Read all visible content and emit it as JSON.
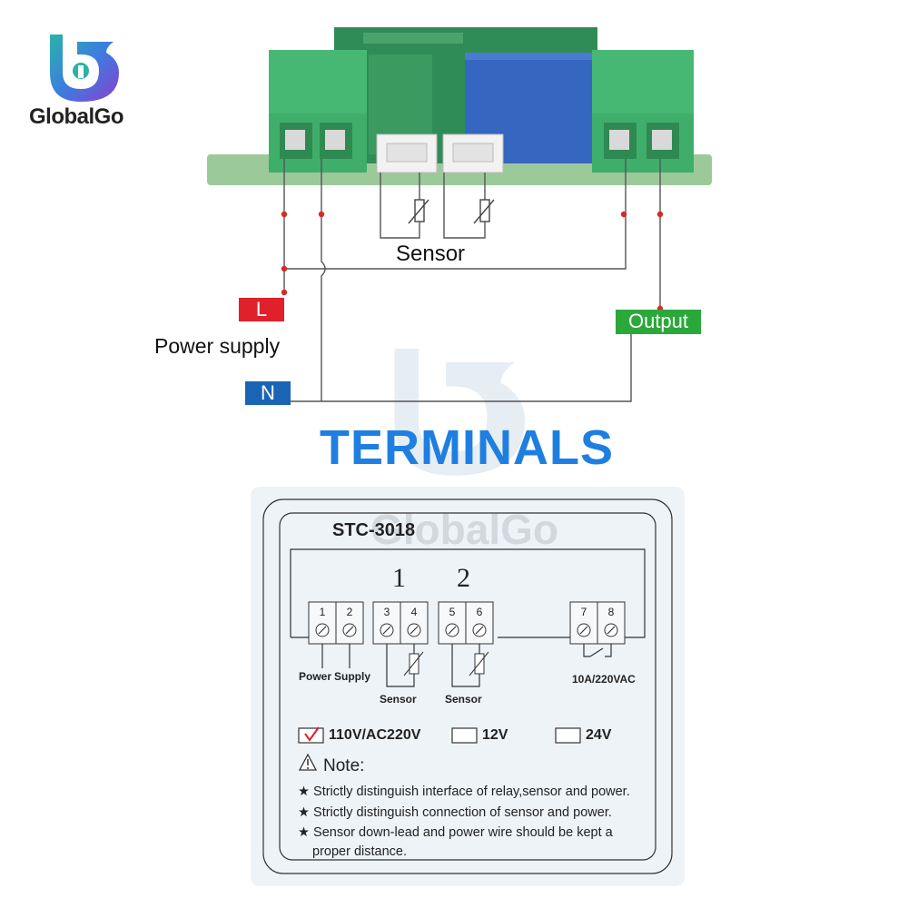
{
  "brand": {
    "name": "GlobalGo"
  },
  "wiring": {
    "sensor_label": "Sensor",
    "power_supply_label": "Power supply",
    "l_tag": "L",
    "n_tag": "N",
    "output_tag": "Output"
  },
  "headline": "TERMINALS",
  "panel": {
    "model": "STC-3018",
    "group1": "1",
    "group2": "2",
    "terminals": [
      "1",
      "2",
      "3",
      "4",
      "5",
      "6",
      "7",
      "8"
    ],
    "power_label": "Power",
    "supply_label": "Supply",
    "sensor1_label": "Sensor",
    "sensor2_label": "Sensor",
    "relay_label": "10A/220VAC",
    "voltages": [
      {
        "label": "110V/AC220V",
        "checked": true
      },
      {
        "label": "12V",
        "checked": false
      },
      {
        "label": "24V",
        "checked": false
      }
    ],
    "note_title": "Note:",
    "notes": [
      "★ Strictly distinguish interface of relay,sensor and power.",
      "★ Strictly distinguish connection of sensor and power.",
      "★ Sensor down-lead and power wire should be kept a",
      "proper distance."
    ]
  },
  "colors": {
    "accent_blue": "#1f7fe0",
    "red": "#e0202a",
    "green": "#2ba83a",
    "navy": "#1a64b4"
  }
}
